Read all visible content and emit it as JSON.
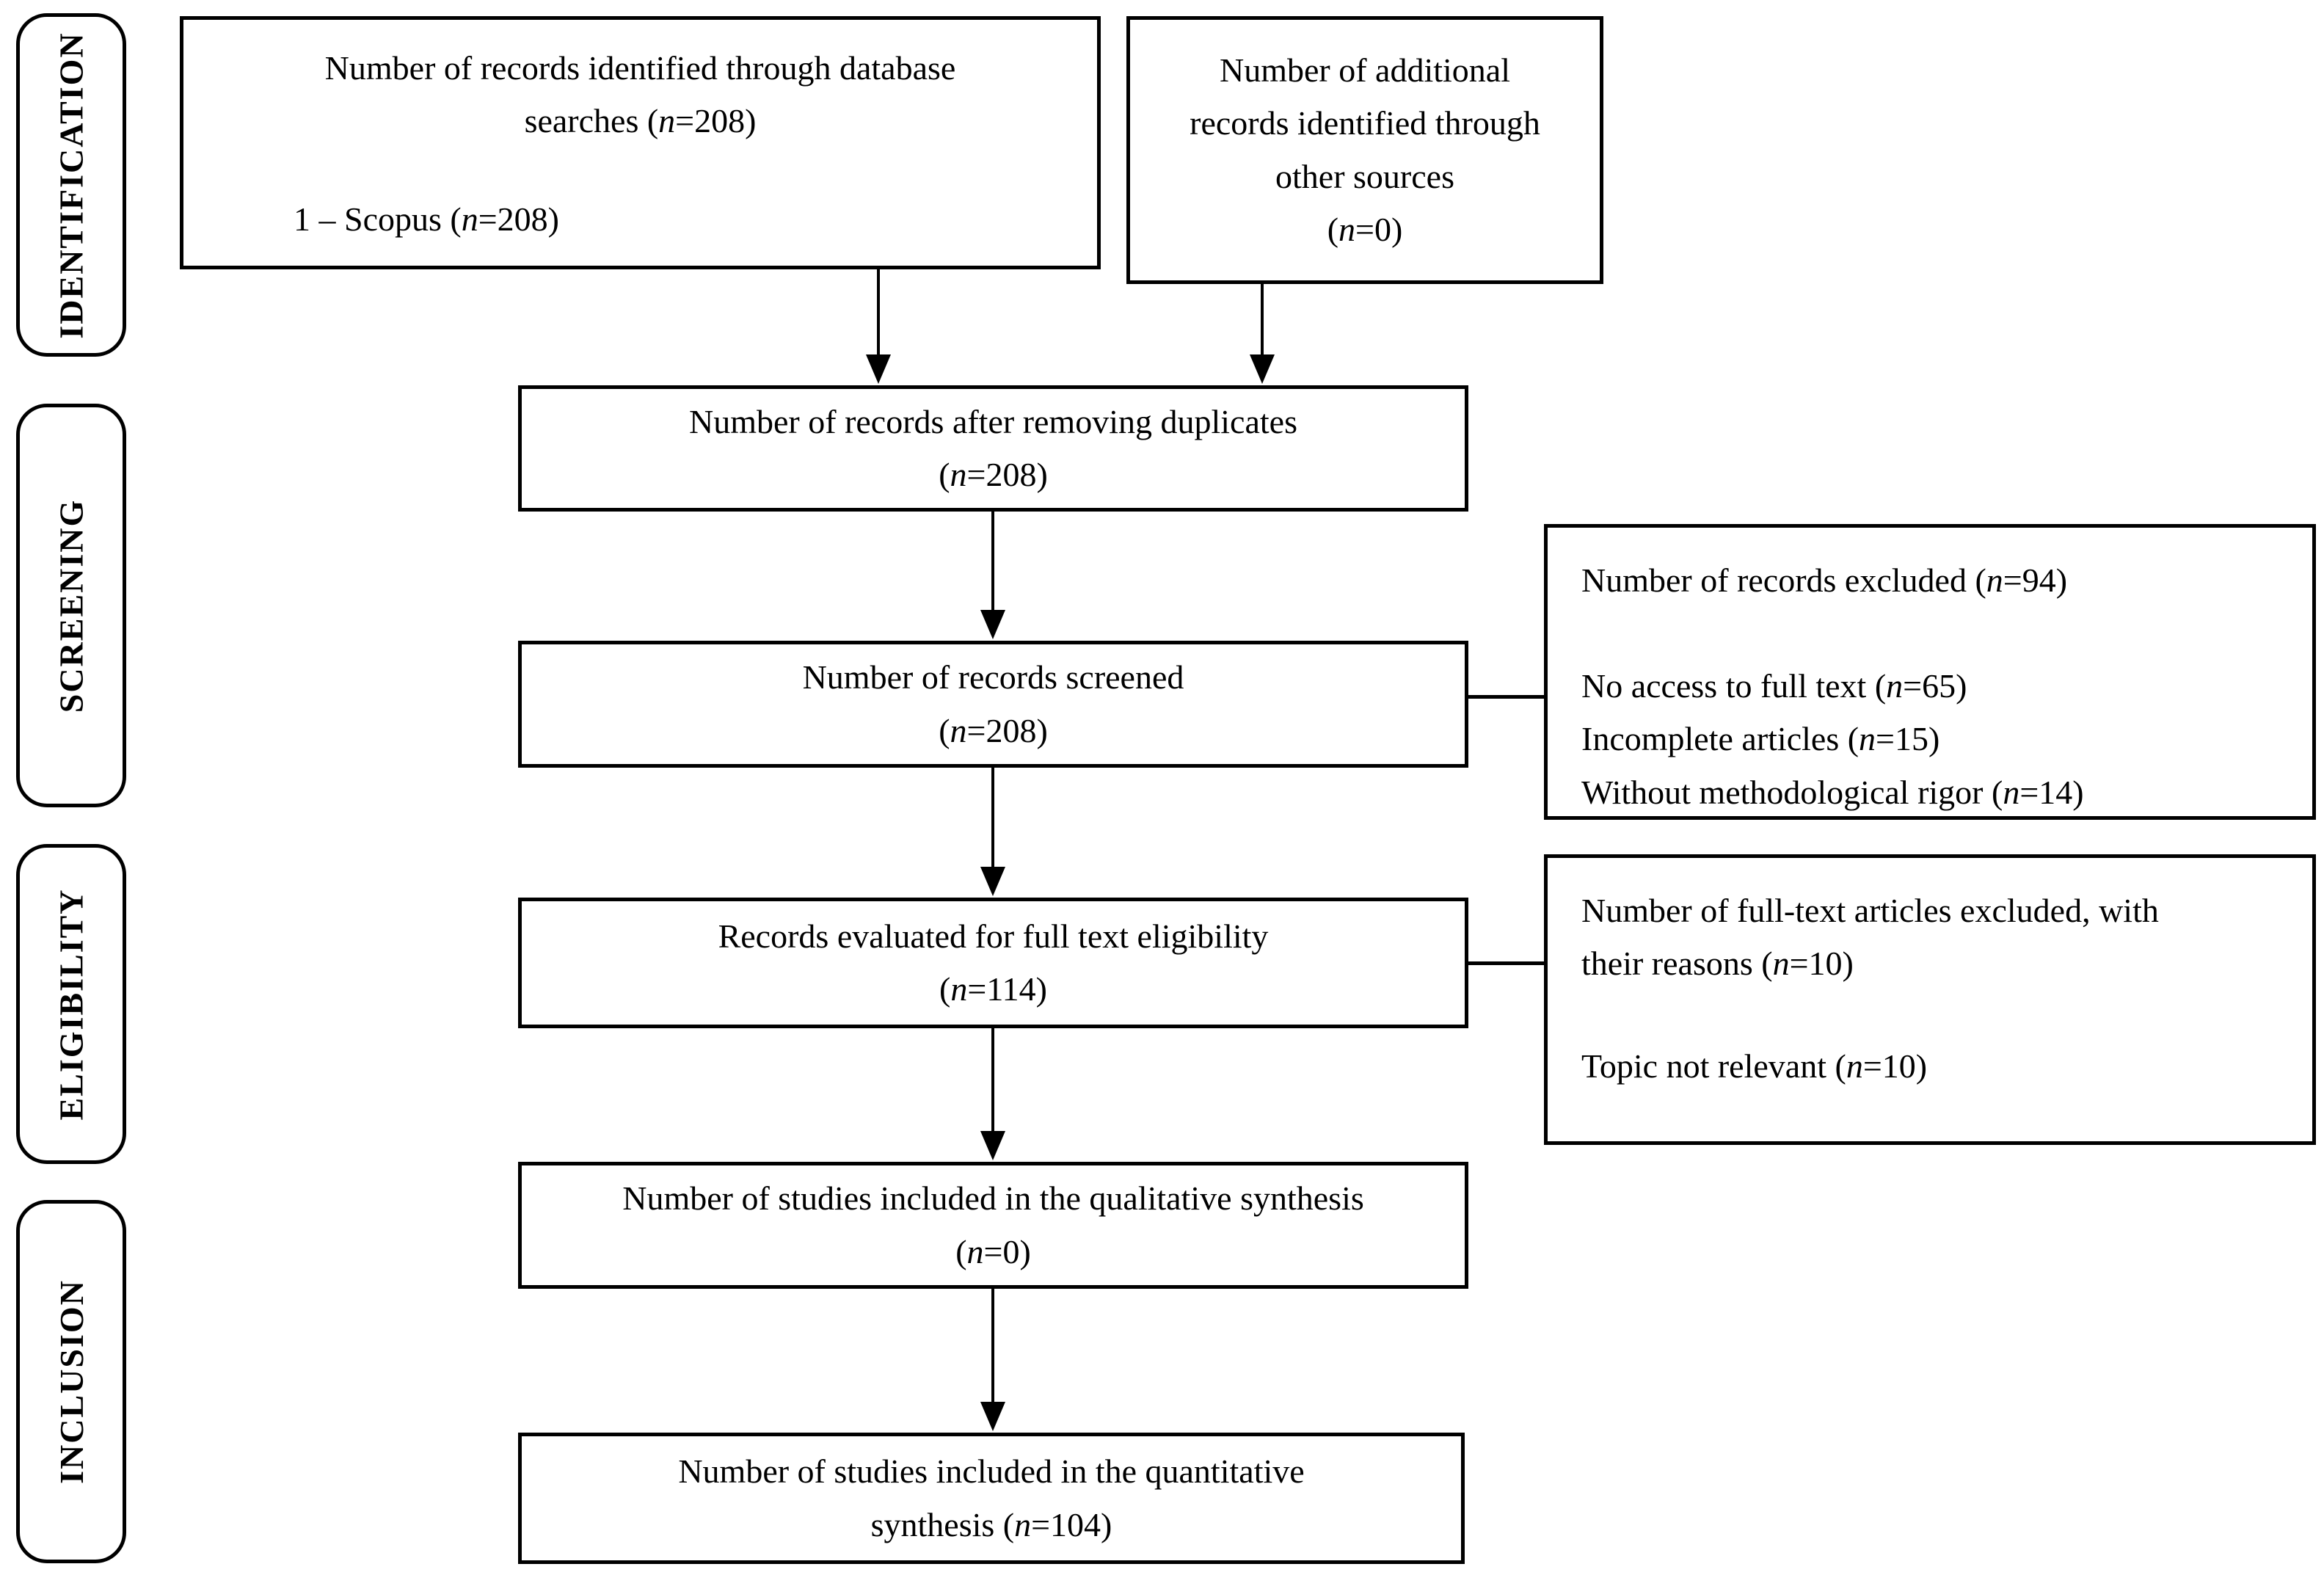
{
  "stages": {
    "identification": "IDENTIFICATION",
    "screening": "SCREENING",
    "eligibility": "ELIGIBILITY",
    "inclusion": "INCLUSION"
  },
  "boxes": {
    "identified": {
      "line1": "Number of records identified through database",
      "line2": "searches (n=208)",
      "source": "1 – Scopus (n=208)"
    },
    "additional": {
      "line1": "Number of additional",
      "line2": "records identified through",
      "line3": "other sources",
      "line4": "(n=0)"
    },
    "deduplicated": {
      "line1": "Number of records after removing duplicates",
      "line2": "(n=208)"
    },
    "screened": {
      "line1": "Number of records screened",
      "line2": "(n=208)"
    },
    "records_excluded": {
      "title": "Number of records excluded (n=94)",
      "reason1": "No access to full text (n=65)",
      "reason2": "Incomplete articles (n=15)",
      "reason3": "Without methodological rigor (n=14)"
    },
    "eligibility": {
      "line1": "Records evaluated for full text eligibility",
      "line2": "(n=114)"
    },
    "fulltext_excluded": {
      "line1": "Number of full-text articles excluded, with",
      "line2": "their reasons (n=10)",
      "reason": "Topic not relevant (n=10)"
    },
    "qualitative": {
      "line1": "Number of studies included in the qualitative synthesis",
      "line2": "(n=0)"
    },
    "quantitative": {
      "line1": "Number of studies included in the quantitative",
      "line2": "synthesis (n=104)"
    }
  }
}
